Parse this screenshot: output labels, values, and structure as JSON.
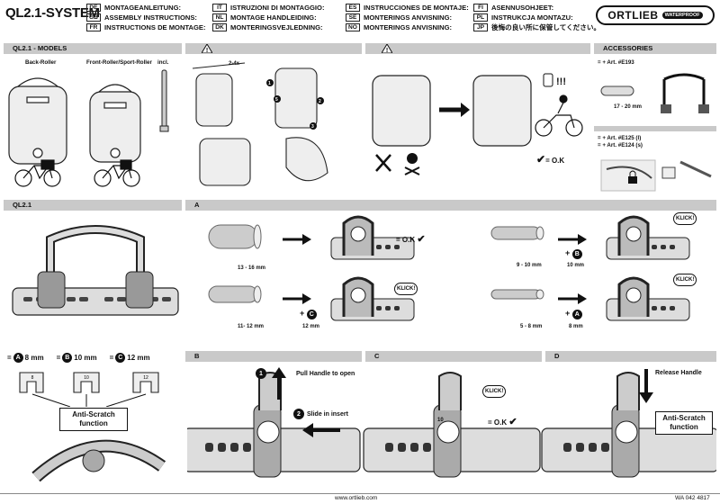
{
  "header": {
    "title": "QL2.1-SYSTEM",
    "languages_col1": [
      {
        "code": "DE",
        "text": "MONTAGEANLEITUNG:"
      },
      {
        "code": "GB",
        "text": "ASSEMBLY INSTRUCTIONS:"
      },
      {
        "code": "FR",
        "text": "INSTRUCTIONS DE MONTAGE:"
      }
    ],
    "languages_col2": [
      {
        "code": "IT",
        "text": "ISTRUZIONI DI MONTAGGIO:"
      },
      {
        "code": "NL",
        "text": "MONTAGE HANDLEIDING:"
      },
      {
        "code": "DK",
        "text": "MONTERINGSVEJLEDNING:"
      }
    ],
    "languages_col3": [
      {
        "code": "ES",
        "text": "INSTRUCCIONES DE MONTAJE:"
      },
      {
        "code": "SE",
        "text": "MONTERINGS ANVISNING:"
      },
      {
        "code": "NO",
        "text": "MONTERINGS ANVISNING:"
      }
    ],
    "languages_col4": [
      {
        "code": "FI",
        "text": "ASENNUSOHJEET:"
      },
      {
        "code": "PL",
        "text": "INSTRUKCJA MONTAZU:"
      },
      {
        "code": "JP",
        "text": "後悔の良い所に保管してください。"
      }
    ],
    "logo": {
      "brand": "ORTLIEB",
      "tag": "WATERPROOF"
    }
  },
  "sections": {
    "models": {
      "title": "QL2.1 - MODELS",
      "back_roller": "Back-Roller",
      "front_roller": "Front-Roller/Sport-Roller",
      "incl": "incl."
    },
    "warning_ok": "= O.K",
    "accessories": {
      "title": "ACCESSORIES",
      "art1": "= + Art. #E193",
      "range": "17 - 20 mm",
      "art2": "= + Art. #E125 (l)",
      "art3": "= + Art. #E124 (s)"
    },
    "ql21": {
      "title": "QL2.1",
      "sizes": [
        {
          "letter": "A",
          "value": "8 mm"
        },
        {
          "letter": "B",
          "value": "10 mm"
        },
        {
          "letter": "C",
          "value": "12 mm"
        }
      ],
      "insert_labels": [
        "8",
        "10",
        "12"
      ],
      "anti_scratch": "Anti-Scratch\nfunction"
    },
    "a": {
      "title": "A",
      "r1_dim": "13 - 16 mm",
      "r2_dim": "11- 12 mm",
      "r2_add": "12 mm",
      "r3_dim": "9 - 10 mm",
      "r3_add": "10 mm",
      "r4_dim": "5 - 8 mm",
      "r4_add": "8 mm",
      "ok": "= O.K",
      "klick": "KLICK!"
    },
    "b": {
      "title": "B",
      "step1": "Pull Handle to open",
      "step2": "Slide in insert",
      "n1": "1",
      "n2": "2"
    },
    "c": {
      "title": "C",
      "klick": "KLICK!",
      "ok": "= O.K",
      "insert": "10"
    },
    "d": {
      "title": "D",
      "release": "Release Handle",
      "anti_scratch": "Anti-Scratch\nfunction"
    }
  },
  "footer": {
    "url": "www.ortlieb.com",
    "code": "WA 042 4817"
  }
}
